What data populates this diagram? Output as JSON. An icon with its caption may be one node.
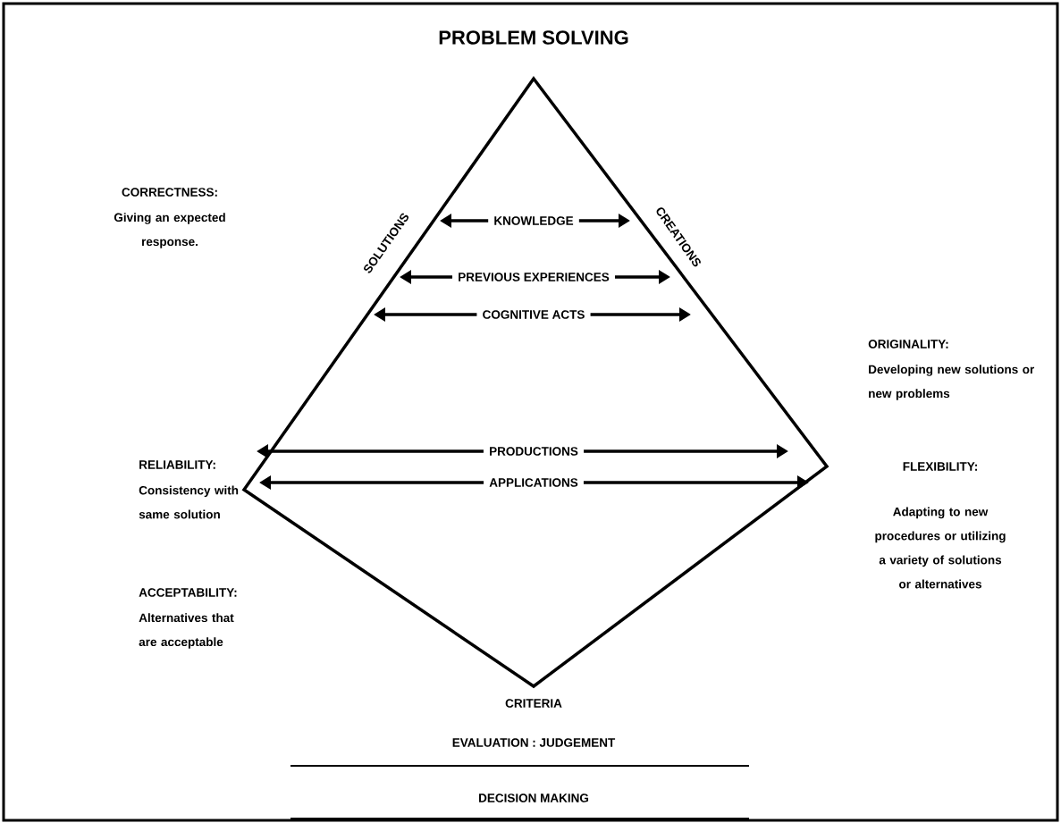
{
  "diagram": {
    "title": "PROBLEM SOLVING",
    "labels": [
      "SOLUTIONS",
      "KNOWLEDGE",
      "CREATIONS",
      "CORRECTNESS:",
      "Giving an expected response.",
      "PREVIOUS EXPERIENCES",
      "COGNITIVE ACTS",
      "ORIGINALITY:",
      "Developing new solutions or new problems",
      "RELIABILITY:",
      "Consistency with same solution",
      "PRODUCTIONS",
      "FLEXIBILITY:",
      "APPLICATIONS",
      "Adapting to new procedures or utilizing a variety of solutions or alternatives",
      "ACCEPTABILITY:",
      "Alternatives that are acceptable",
      "CRITERIA",
      "EVALUATION : JUDGEMENT",
      "DECISION MAKING"
    ]
  }
}
